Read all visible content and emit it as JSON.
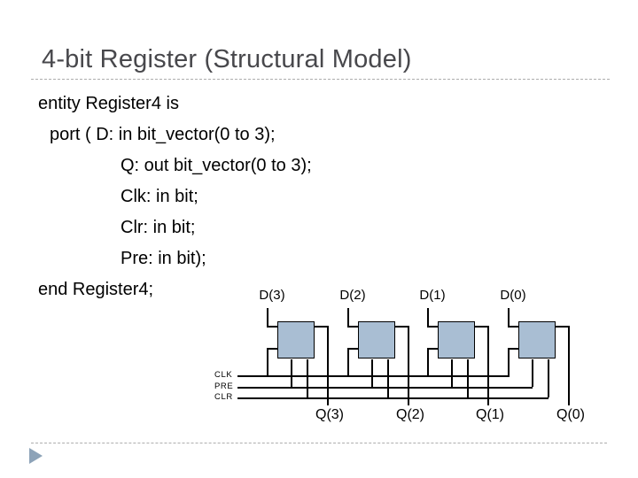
{
  "title": "4-bit Register (Structural Model)",
  "code_lines": [
    "entity Register4 is",
    "port ( D: in bit_vector(0 to 3);",
    "Q: out bit_vector(0 to 3);",
    "Clk: in bit;",
    "Clr: in bit;",
    "Pre: in bit);",
    "end Register4;"
  ],
  "diagram": {
    "d_labels": [
      "D(3)",
      "D(2)",
      "D(1)",
      "D(0)"
    ],
    "q_labels": [
      "Q(3)",
      "Q(2)",
      "Q(1)",
      "Q(0)"
    ],
    "bus_labels": [
      "CLK",
      "PRE",
      "CLR"
    ],
    "colors": {
      "flipflop_fill": "#a9bed3",
      "wire": "#000000",
      "title_text": "#48484c",
      "divider_dash": "#adadad",
      "footer_triangle": "#8da3b8"
    }
  }
}
